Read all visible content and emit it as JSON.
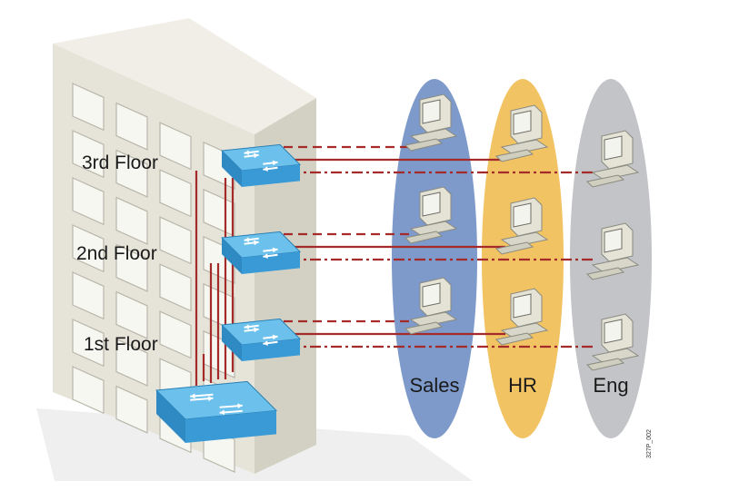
{
  "floors": [
    {
      "label": "3rd Floor"
    },
    {
      "label": "2nd Floor"
    },
    {
      "label": "1st Floor"
    }
  ],
  "groups": [
    {
      "label": "Sales",
      "color": "#6f8fc4"
    },
    {
      "label": "HR",
      "color": "#f0bd52"
    },
    {
      "label": "Eng",
      "color": "#bfc1c4"
    }
  ],
  "figure_id": "327P_002",
  "colors": {
    "building_front": "#e4e2d6",
    "building_side": "#cfcdbf",
    "switch_blue": "#3f9fd8",
    "link_red": "#a52a2a"
  },
  "icons": {
    "switch": "network-switch-icon",
    "workstation": "desktop-computer-icon",
    "building": "office-building-icon"
  }
}
